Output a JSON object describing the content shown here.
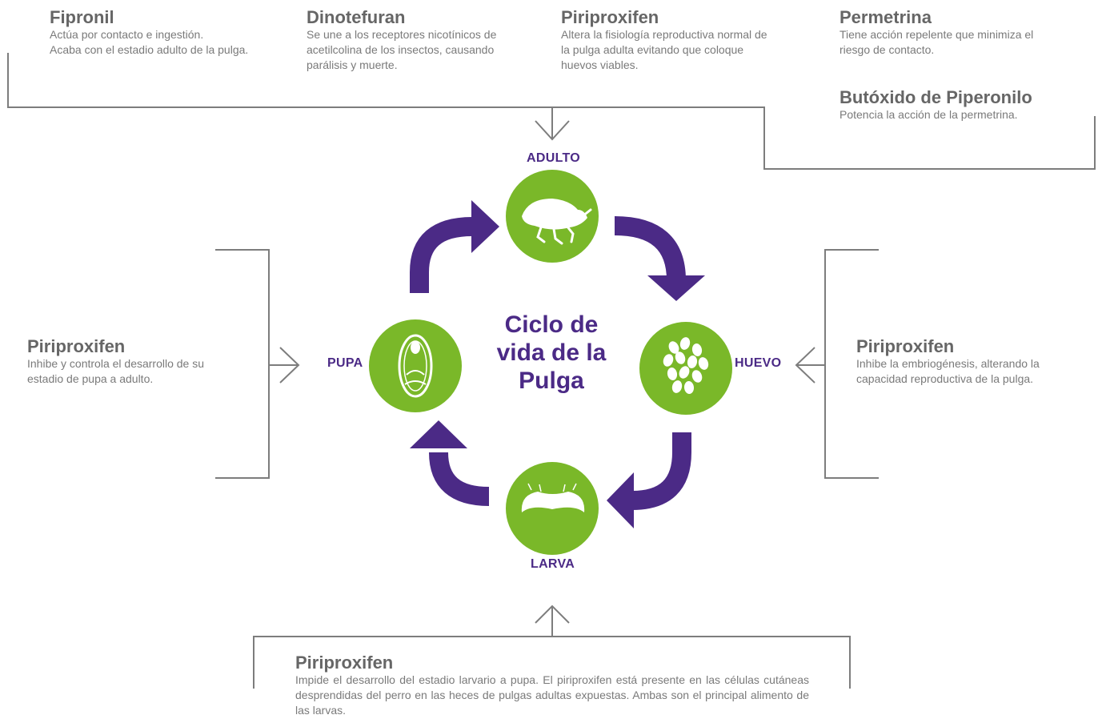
{
  "colors": {
    "stage_green": "#7ab829",
    "arrow_purple": "#4b2a86",
    "line_gray": "#7d7d7d",
    "title_gray": "#666666",
    "text_gray": "#7a7a7a"
  },
  "center_title": "Ciclo de\nvida de la\nPulga",
  "stages": {
    "adulto": {
      "label": "ADULTO",
      "icon": "flea-icon"
    },
    "huevo": {
      "label": "HUEVO",
      "icon": "eggs-icon"
    },
    "larva": {
      "label": "LARVA",
      "icon": "larva-icon"
    },
    "pupa": {
      "label": "PUPA",
      "icon": "pupa-icon"
    }
  },
  "top_actives": [
    {
      "title": "Fipronil",
      "text": "Actúa por contacto e ingestión.\nAcaba con el estadio adulto de la pulga."
    },
    {
      "title": "Dinotefuran",
      "text": "Se une a los receptores nicotínicos de\nacetilcolina de los insectos, causando\nparálisis y muerte."
    },
    {
      "title": "Piriproxifen",
      "text": "Altera la fisiología reproductiva normal de\nla pulga adulta evitando que coloque\nhuevos viables."
    },
    {
      "title": "Permetrina",
      "text": "Tiene acción repelente que minimiza el\nriesgo de contacto."
    },
    {
      "title": "Butóxido de Piperonilo",
      "text": "Potencia la acción de la permetrina."
    }
  ],
  "left_active": {
    "title": "Piriproxifen",
    "text": "Inhibe y controla el desarrollo de su\nestadio de pupa a adulto."
  },
  "right_active": {
    "title": "Piriproxifen",
    "text": "Inhibe la embriogénesis, alterando la\ncapacidad reproductiva de la pulga."
  },
  "bottom_active": {
    "title": "Piriproxifen",
    "text": "Impide el desarrollo del estadio larvario a pupa. El piriproxifen está presente en las células cutáneas desprendidas del perro en las heces de pulgas adultas expuestas. Ambas son el principal alimento de las larvas."
  }
}
